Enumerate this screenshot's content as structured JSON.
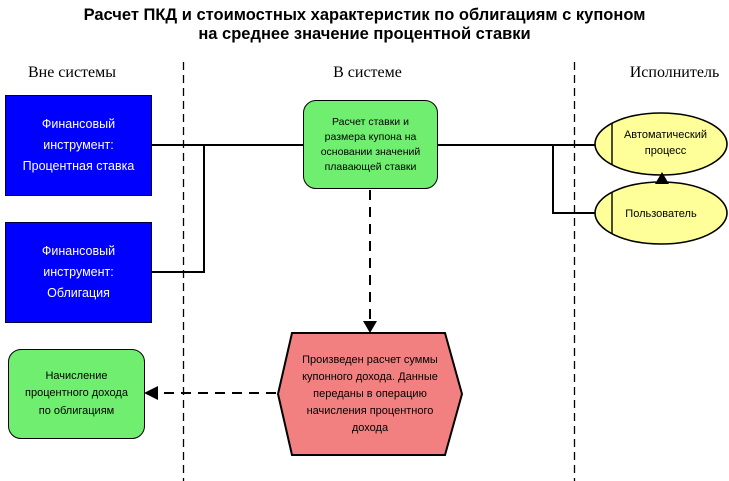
{
  "title": {
    "line1": "Расчет ПКД и стоимостных характеристик по облигациям с купоном",
    "line2": "на среднее значение процентной ставки"
  },
  "lanes": [
    {
      "label": "Вне системы"
    },
    {
      "label": "В системе"
    },
    {
      "label": "Исполнитель"
    }
  ],
  "shapes": {
    "fin_rate": {
      "lines": [
        "Финансовый",
        "инструмент:",
        "Процентная ставка"
      ]
    },
    "fin_bond": {
      "lines": [
        "Финансовый",
        "инструмент:",
        "Облигация"
      ]
    },
    "calc_rate": {
      "lines": [
        "Расчет ставки и",
        "размера купона на",
        "основании значений",
        "плавающей ставки"
      ]
    },
    "auto_process": {
      "lines": [
        "Автоматический",
        "процесс"
      ]
    },
    "user": {
      "lines": [
        "Пользователь"
      ]
    },
    "coupon_event": {
      "lines": [
        "Произведен расчет суммы",
        "купонного дохода. Данные",
        "переданы в операцию",
        "начисления процентного",
        "дохода"
      ]
    },
    "accrual": {
      "lines": [
        "Начисление",
        "процентного дохода",
        "по облигациям"
      ]
    }
  },
  "colors": {
    "instrument_blue": "#0000fe",
    "process_green": "#70ee70",
    "actor_yellow": "#ffff99",
    "event_pink": "#f28080",
    "line_black": "#000000"
  }
}
